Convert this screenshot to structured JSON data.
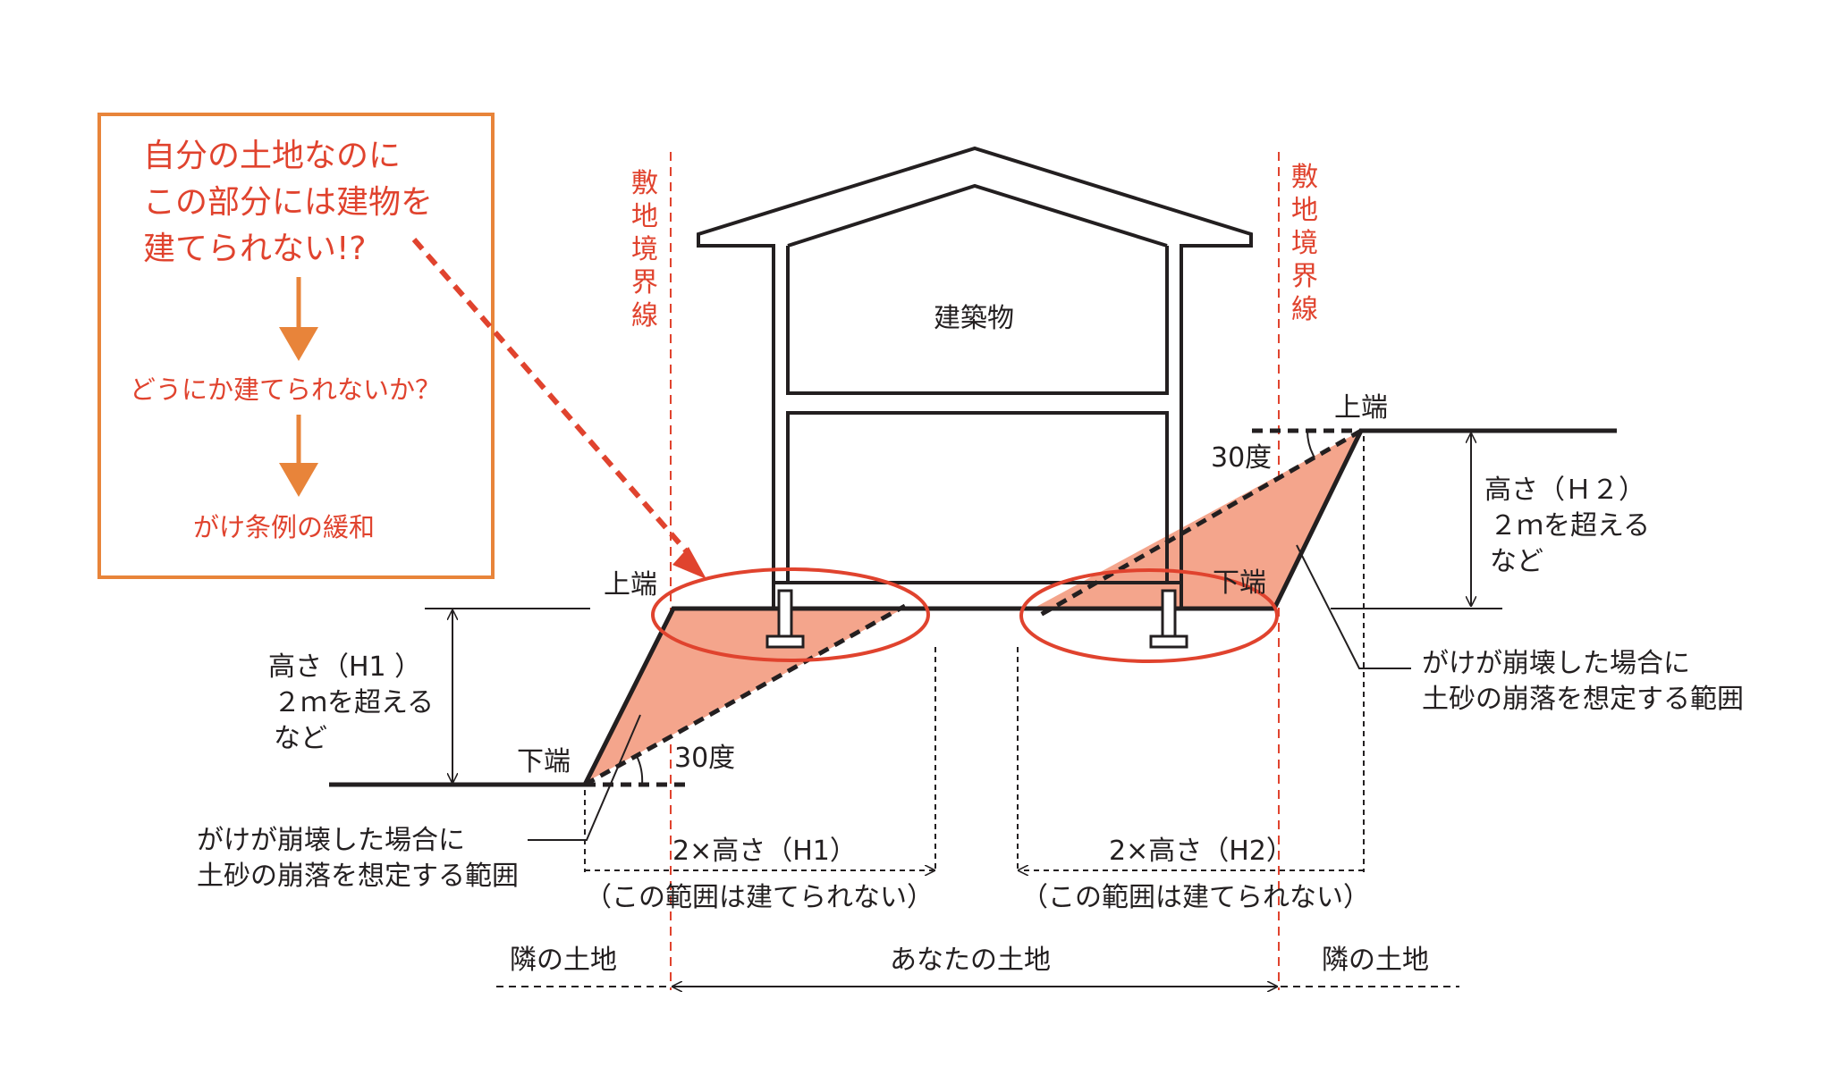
{
  "callout": {
    "line1": "自分の土地なのに",
    "line2": "この部分には建物を",
    "line3": "建てられない!?",
    "step2": "どうにか建てられないか？",
    "step3": "がけ条例の緩和"
  },
  "boundary_label": [
    "敷",
    "地",
    "境",
    "界",
    "線"
  ],
  "building_label": "建築物",
  "left_slope": {
    "top_label": "上端",
    "bottom_label": "下端",
    "height_line1": "高さ（H1 ）",
    "height_line2": "２ｍを超える",
    "height_line3": "など",
    "angle": "30度",
    "collapse_line1": "がけが崩壊した場合に",
    "collapse_line2": "土砂の崩落を想定する範囲"
  },
  "right_slope": {
    "top_label": "上端",
    "bottom_label": "下端",
    "height_line1": "高さ（Ｈ２）",
    "height_line2": "２ｍを超える",
    "height_line3": "など",
    "angle": "30度",
    "collapse_line1": "がけが崩壊した場合に",
    "collapse_line2": "土砂の崩落を想定する範囲"
  },
  "range_left": {
    "label": "2×高さ（H1）",
    "note": "（この範囲は建てられない）"
  },
  "range_right": {
    "label": "2×高さ（H2）",
    "note": "（この範囲は建てられない）"
  },
  "land": {
    "left": "隣の土地",
    "center": "あなたの土地",
    "right": "隣の土地"
  },
  "colors": {
    "accent": "#e0432e",
    "fill": "#f4a58c",
    "line": "#231f20",
    "callout_border": "#e8843a"
  }
}
